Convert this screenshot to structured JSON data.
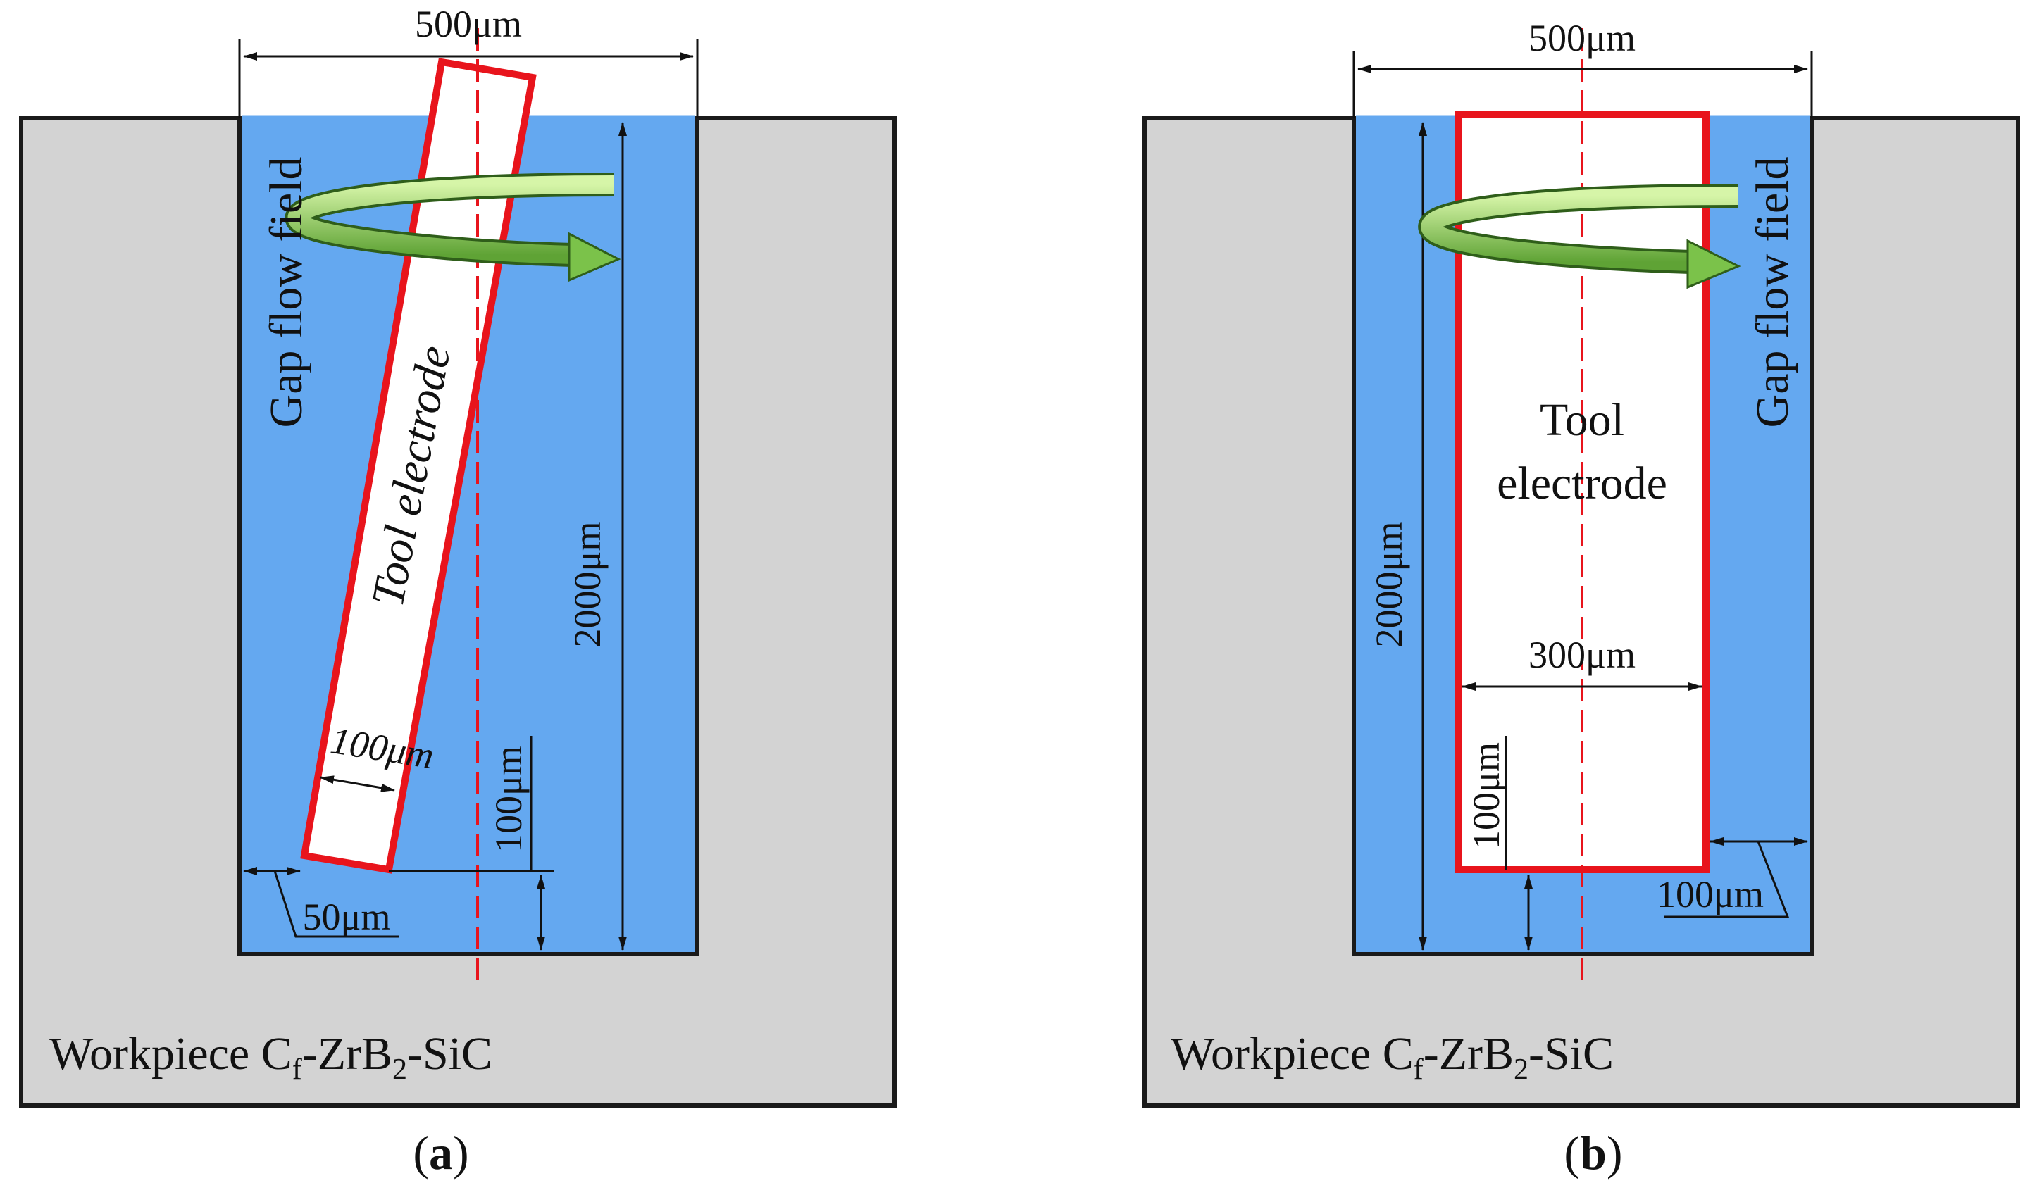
{
  "colors": {
    "workpiece": "#d3d3d3",
    "gap": "#64a8f0",
    "electrode_border": "#e8141c",
    "centerline": "#e8141c",
    "arrow_light": "#c6ee93",
    "arrow_dark": "#67a83a",
    "outline": "#1a1a1a"
  },
  "panel_a": {
    "caption_letter": "a",
    "top_dim": "500μm",
    "gap_label": "Gap flow field",
    "electrode_label": "Tool electrode",
    "height_dim": "2000μm",
    "width_dim": "100μm",
    "bottom_gap_dim": "100μm",
    "side_gap_dim": "50μm",
    "workpiece_label_a": "Workpiece C",
    "workpiece_sub": "f",
    "workpiece_label_b": "-ZrB",
    "workpiece_sub2": "2",
    "workpiece_label_c": "-SiC"
  },
  "panel_b": {
    "caption_letter": "b",
    "top_dim": "500μm",
    "gap_label": "Gap flow field",
    "electrode_label_line1": "Tool",
    "electrode_label_line2": "electrode",
    "height_dim": "2000μm",
    "width_dim": "300μm",
    "bottom_gap_dim": "100μm",
    "side_gap_dim": "100μm",
    "workpiece_label_a": "Workpiece C",
    "workpiece_sub": "f",
    "workpiece_label_b": "-ZrB",
    "workpiece_sub2": "2",
    "workpiece_label_c": "-SiC"
  }
}
